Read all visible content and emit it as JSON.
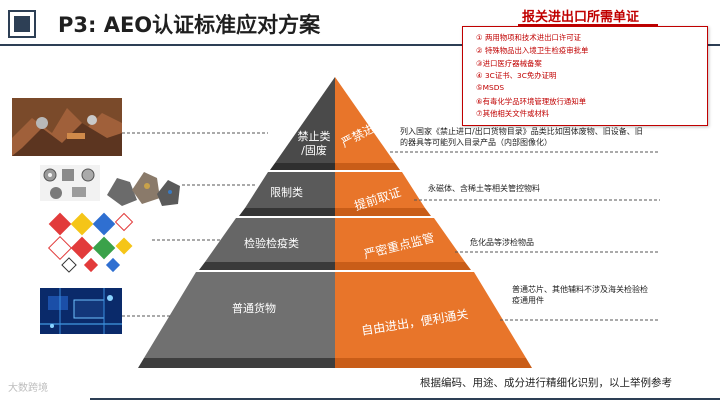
{
  "title": "P3: AEO认证标准应对方案",
  "requirements": {
    "heading": "报关进出口所需单证",
    "items": [
      "① 两用物项和技术进出口许可证",
      "② 特殊物品出入境卫生检疫审批单",
      "③进口医疗器械备案",
      "④ 3C证书、3C免办证明",
      "⑤MSDS",
      "⑥有毒化学品环境管理放行通知单",
      "⑦其他相关文件或材料"
    ]
  },
  "pyramid": {
    "levels": [
      {
        "left": "禁止类\n/固废",
        "right": "严禁进出",
        "desc": "列入国家《禁止进口/出口货物目录》品类比如固体废物、旧设备、旧的器具等可能列入目录产品（内部图像化）"
      },
      {
        "left": "限制类",
        "right": "提前取证",
        "desc": "永磁体、含稀土等相关管控物料"
      },
      {
        "left": "检验检疫类",
        "right": "严密重点监管",
        "desc": "危化品等涉检物品"
      },
      {
        "left": "普通货物",
        "right": "自由进出，便利通关",
        "desc": "普通芯片、其他辅料不涉及海关检验检疫通用件"
      }
    ],
    "colors": {
      "left_dark": "#3e3e3e",
      "left_mid": "#6e6e6e",
      "right": "#e8752a",
      "right_dark": "#c95d18"
    }
  },
  "footer": {
    "note": "根据编码、用途、成分进行精细化识别，以上举例参考",
    "brand": "大数跨境"
  }
}
